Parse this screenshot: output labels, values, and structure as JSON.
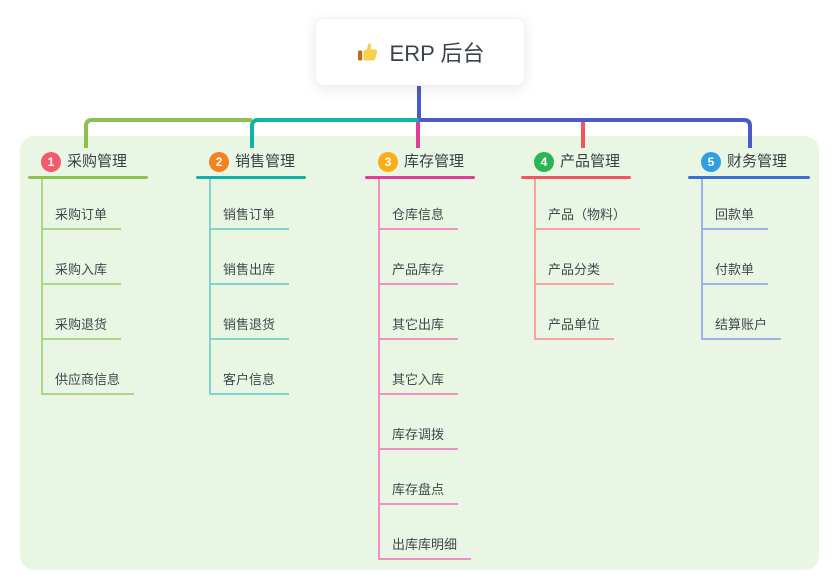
{
  "root": {
    "label": "ERP 后台",
    "icon": "thumbs-up-icon"
  },
  "colors": {
    "panel_bg": "#e9f6e3",
    "root_line": "#4a5ac8",
    "root_text": "#3c434c",
    "title_text": "#3a4045",
    "child_text": "#41484d"
  },
  "branches": [
    {
      "badge": "1",
      "title": "采购管理",
      "badge_color": "#f45b6c",
      "line_color": "#8cc152",
      "child_line_color": "#abd788",
      "children": [
        "采购订单",
        "采购入库",
        "采购退货",
        "供应商信息"
      ]
    },
    {
      "badge": "2",
      "title": "销售管理",
      "badge_color": "#f58121",
      "line_color": "#12b2a6",
      "child_line_color": "#82d3cc",
      "children": [
        "销售订单",
        "销售出库",
        "销售退货",
        "客户信息"
      ]
    },
    {
      "badge": "3",
      "title": "库存管理",
      "badge_color": "#f9ad17",
      "line_color": "#e23e96",
      "child_line_color": "#f090c4",
      "children": [
        "仓库信息",
        "产品库存",
        "其它出库",
        "其它入库",
        "库存调拨",
        "库存盘点",
        "出库库明细"
      ]
    },
    {
      "badge": "4",
      "title": "产品管理",
      "badge_color": "#2eb457",
      "line_color": "#f2555c",
      "child_line_color": "#f8a3a2",
      "children": [
        "产品（物料）",
        "产品分类",
        "产品单位"
      ]
    },
    {
      "badge": "5",
      "title": "财务管理",
      "badge_color": "#2f9fe1",
      "line_color": "#3a6fd8",
      "child_line_color": "#9cb3e8",
      "children": [
        "回款单",
        "付款单",
        "结算账户"
      ]
    }
  ]
}
